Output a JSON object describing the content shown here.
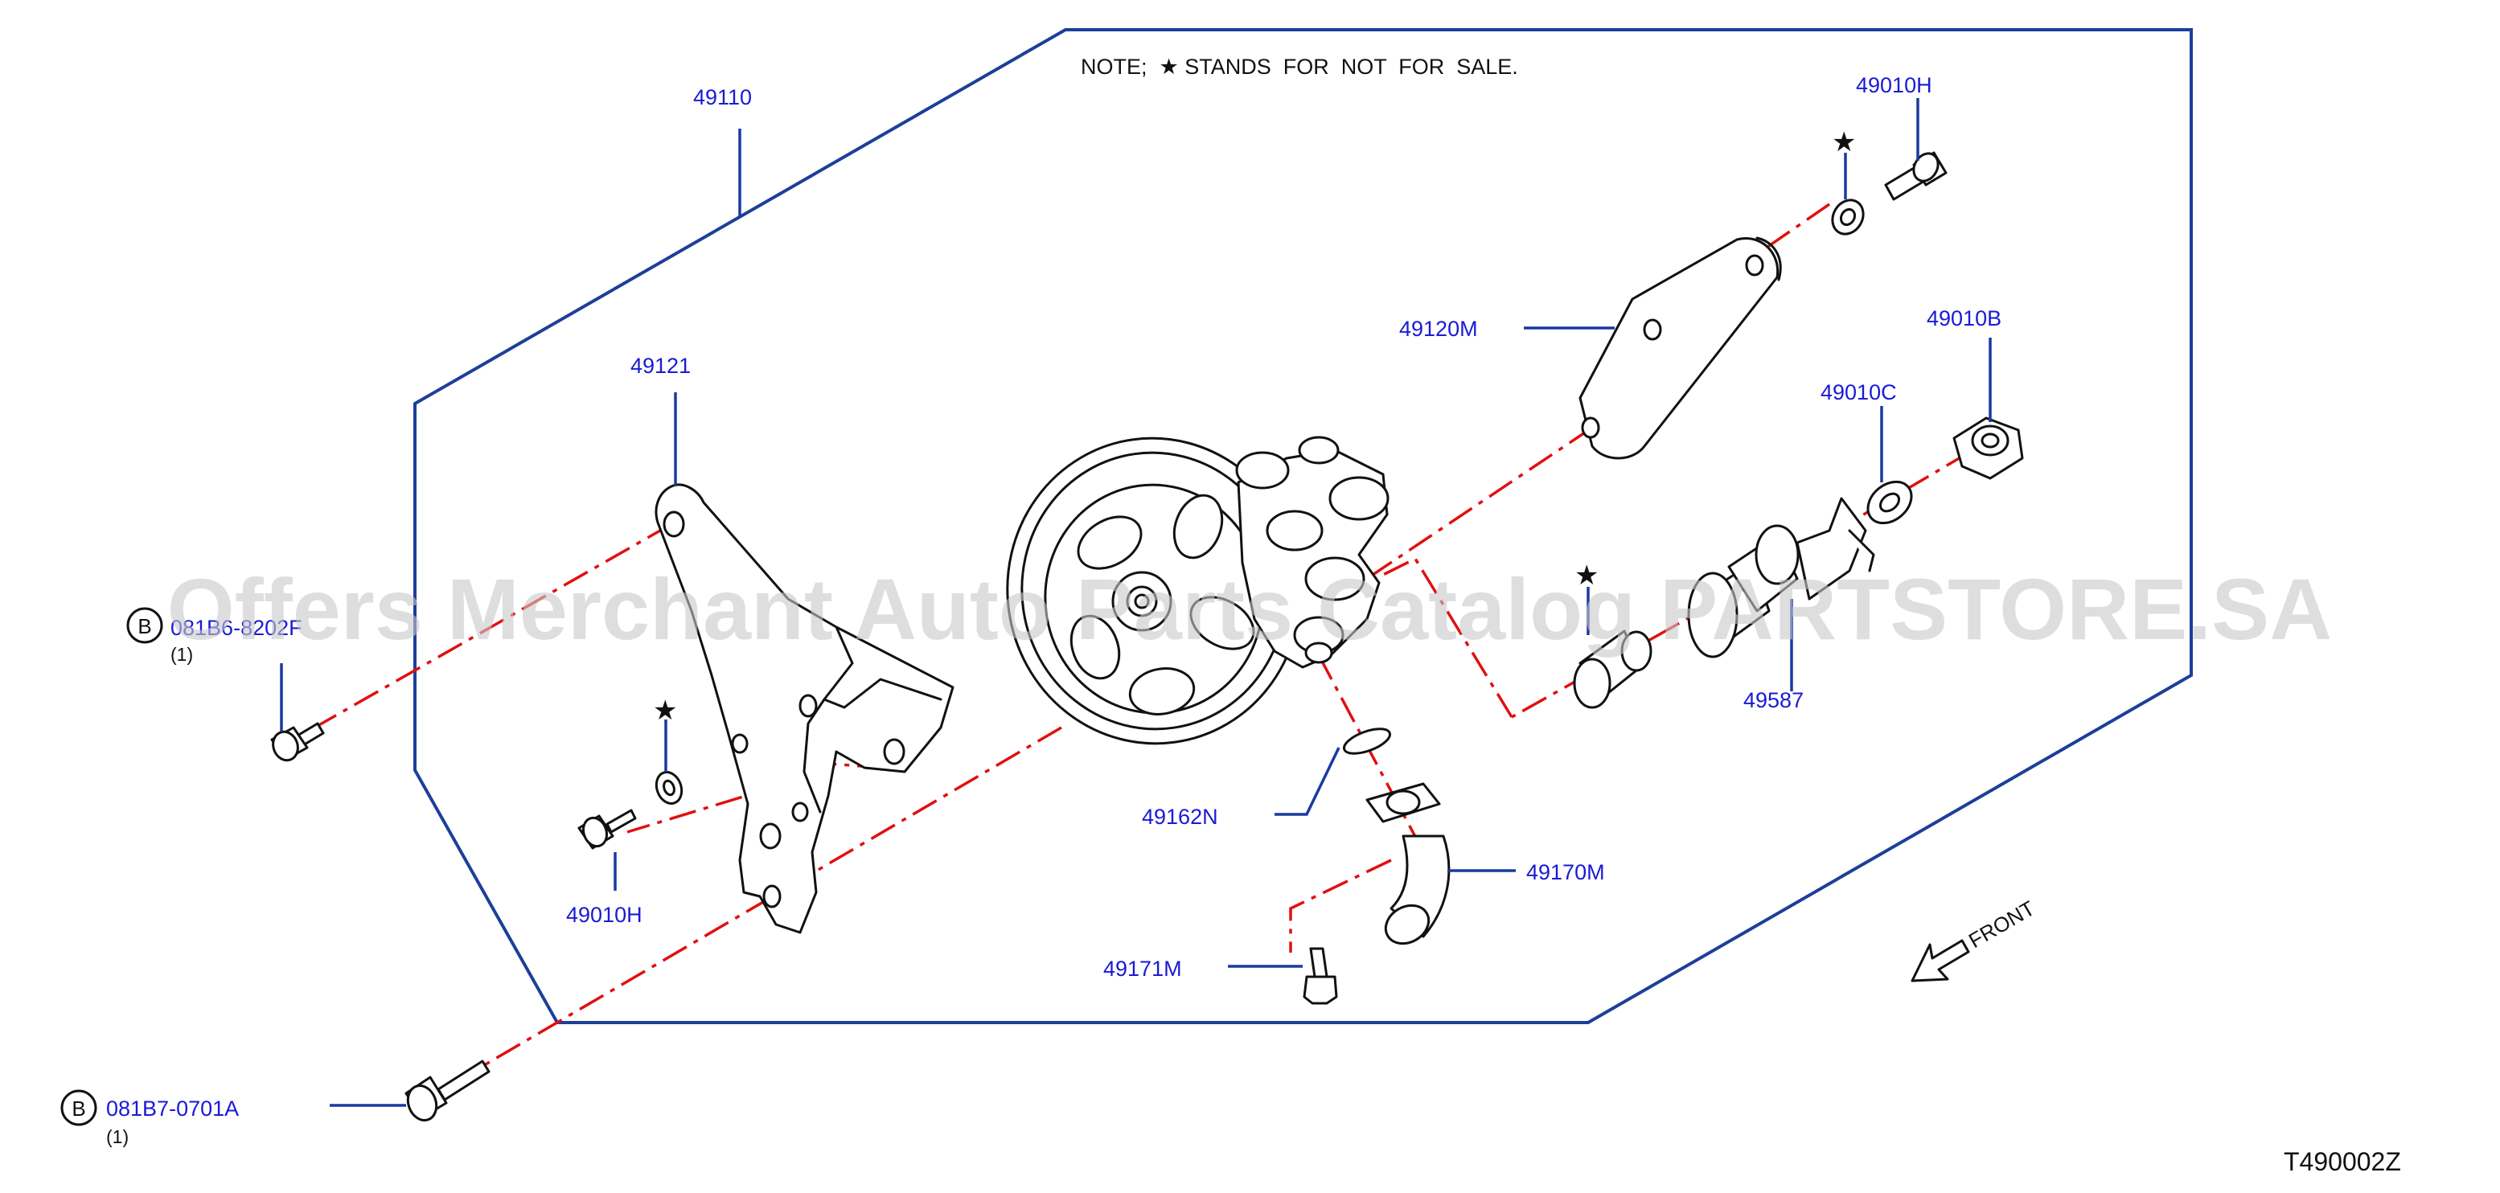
{
  "note": "NOTE;  ★ STANDS  FOR  NOT  FOR  SALE.",
  "star": "★",
  "watermark": "Offers Merchant Auto Parts Catalog PARTSTORE.SA",
  "diagram_code": "T490002Z",
  "front_label": "FRONT",
  "parts": {
    "p49110": "49110",
    "p49121": "49121",
    "p49120M": "49120M",
    "p49010H_top": "49010H",
    "p49010B": "49010B",
    "p49010C": "49010C",
    "p49587": "49587",
    "p49162N": "49162N",
    "p49170M": "49170M",
    "p49171M": "49171M",
    "p49010H_left": "49010H"
  },
  "bolt_refs": {
    "upper": {
      "marker": "B",
      "code": "081B6-8202F",
      "qty": "(1)"
    },
    "lower": {
      "marker": "B",
      "code": "081B7-0701A",
      "qty": "(1)"
    }
  },
  "colors": {
    "label_blue": "#1a1ad6",
    "frame_blue": "#1c3f99",
    "centerline_red": "#e01010",
    "watermark_gray": "#c8c8c8"
  }
}
